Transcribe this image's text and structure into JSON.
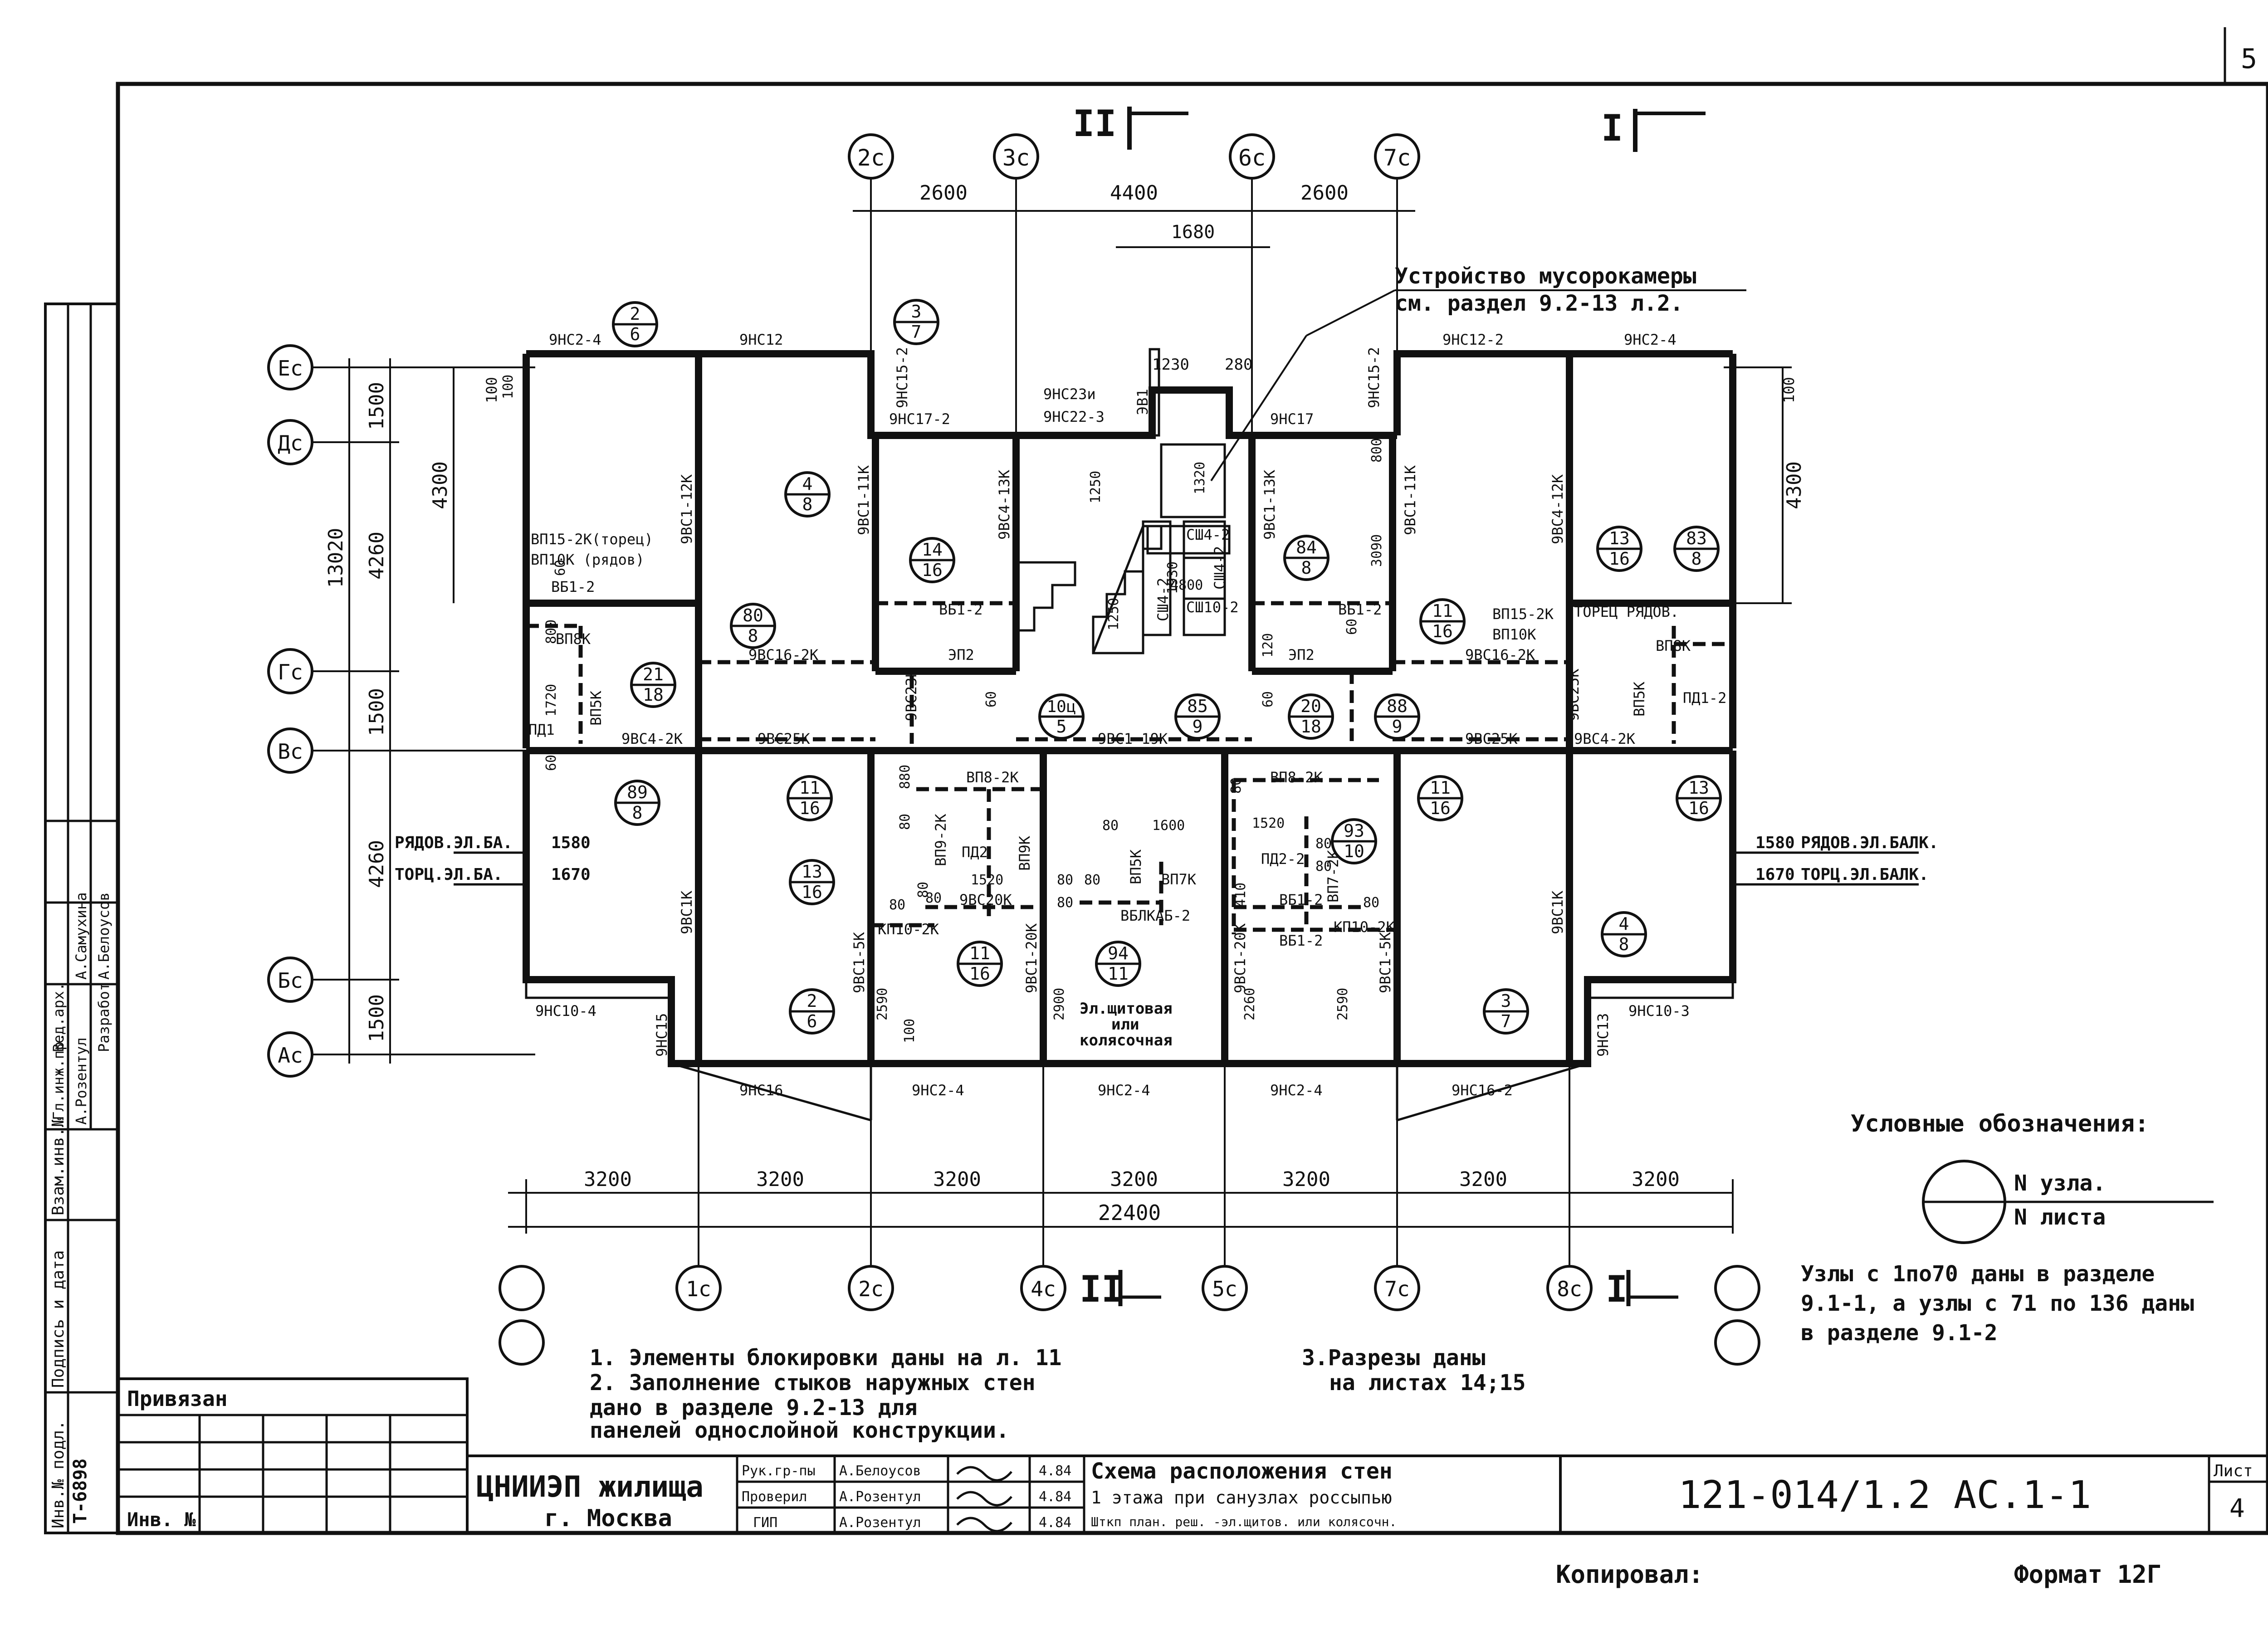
{
  "sheet_corner": "5",
  "section_marks": [
    "II",
    "I"
  ],
  "top_axes": [
    "2c",
    "3c",
    "6c",
    "7c"
  ],
  "top_dims": [
    "2600",
    "4400",
    "2600"
  ],
  "dim_1680": "1680",
  "dim_1230": "1230",
  "dim_280": "280",
  "refuse_note": [
    "Устройство мусорокамеры",
    "см. раздел 9.2-13 л.2."
  ],
  "row_axes": [
    "Ес",
    "Дс",
    "Гс",
    "Вс",
    "Бс",
    "Ас"
  ],
  "left_dims": {
    "outer": "13020",
    "d1": "1500",
    "d2": "4260",
    "d3": "1500",
    "d4": "4260",
    "d5": "1500",
    "d_4300": "4300",
    "d_100": "100"
  },
  "right_dims": {
    "d_4300": "4300",
    "d_100": "100"
  },
  "panel_labels": [
    "9НС2-4",
    "9НС12",
    "9НС12-2",
    "9НС2-4",
    "9НС17-2",
    "9НС23и",
    "9НС22-3",
    "9НС17",
    "9НС15-2",
    "9НС15-2",
    "9ВС1-12К",
    "9ВС1-11К",
    "9ВС4-13К",
    "9ВС1-13К",
    "9ВС1-11К",
    "9ВС4-12К",
    "ВП15-2К(торец)",
    "ВП10К (рядов)",
    "ВБ1-2",
    "ВП8К",
    "ВП5К",
    "ПД1",
    "9ВС4-2К",
    "9ВС25К",
    "9ВС16-2К",
    "ВБ1-2",
    "ЭП2",
    "9ВС23К",
    "9ВС1-19К",
    "ЭП2",
    "9ВС25К",
    "9ВС16-2К",
    "ВП15-2К",
    "ВП10К",
    "ВБ1-2",
    "ТОРЕЦ РЯДОВ.",
    "ВП8К",
    "ВП5К",
    "ПД1-2",
    "9ВС4-2К",
    "9ВС25К",
    "ВП8-2К",
    "ВП9-2К",
    "ПД2",
    "ВП9К",
    "9ВС20К",
    "КП10-2К",
    "9ВС1-5К",
    "9ВС1-20К",
    "ВП5К",
    "ВП7К",
    "ВБЛКАБ-2",
    "ВП8-2К",
    "ПД2-2",
    "ВП7-2К",
    "ВБ1-2",
    "ВБ1-2",
    "КП10-2К",
    "9ВС1-20К",
    "9ВС1-5К",
    "9ВС1К",
    "9ВС1К",
    "9НС10-4",
    "9НС15",
    "9НС16",
    "9НС2-4",
    "9НС2-4",
    "9НС2-4",
    "9НС16-2",
    "9НС13",
    "9НС10-3",
    "СШ4-2",
    "СШ10-2",
    "СШ4-2",
    "ЭВ1",
    "СШ4-2"
  ],
  "interior_dims": [
    "100",
    "1250",
    "1320",
    "800",
    "1720",
    "60",
    "60",
    "800",
    "1930",
    "4800",
    "1250",
    "60",
    "3090",
    "60",
    "120",
    "60",
    "880",
    "80",
    "80",
    "1520",
    "80",
    "80",
    "80",
    "1600",
    "80",
    "80",
    "1520",
    "80",
    "80",
    "80",
    "410",
    "2590",
    "2900",
    "100",
    "2260",
    "2590",
    "80",
    "80"
  ],
  "balcony_dims": {
    "left_row": "РЯДОВ.ЭЛ.БА.",
    "left_row_val": "1580",
    "left_end": "ТОРЦ.ЭЛ.БА.",
    "left_end_val": "1670",
    "right_row": "РЯДОВ.ЭЛ.БАЛК.",
    "right_row_val": "1580",
    "right_end": "ТОРЦ.ЭЛ.БАЛК.",
    "right_end_val": "1670"
  },
  "room_note": [
    "Эл.щитовая",
    "или",
    "колясочная"
  ],
  "nodes": [
    {
      "n": "2",
      "s": "6"
    },
    {
      "n": "3",
      "s": "7"
    },
    {
      "n": "4",
      "s": "8"
    },
    {
      "n": "80",
      "s": "8"
    },
    {
      "n": "14",
      "s": "16"
    },
    {
      "n": "84",
      "s": "8"
    },
    {
      "n": "13",
      "s": "16"
    },
    {
      "n": "83",
      "s": "8"
    },
    {
      "n": "11",
      "s": "16"
    },
    {
      "n": "21",
      "s": "18"
    },
    {
      "n": "10ц",
      "s": "5"
    },
    {
      "n": "85",
      "s": "9"
    },
    {
      "n": "20",
      "s": "18"
    },
    {
      "n": "88",
      "s": "9"
    },
    {
      "n": "89",
      "s": "8"
    },
    {
      "n": "11",
      "s": "16"
    },
    {
      "n": "11",
      "s": "16"
    },
    {
      "n": "13",
      "s": "16"
    },
    {
      "n": "13",
      "s": "16"
    },
    {
      "n": "93",
      "s": "10"
    },
    {
      "n": "11",
      "s": "16"
    },
    {
      "n": "94",
      "s": "11"
    },
    {
      "n": "4",
      "s": "8"
    },
    {
      "n": "2",
      "s": "6"
    },
    {
      "n": "3",
      "s": "7"
    }
  ],
  "bottom_dims": [
    "3200",
    "3200",
    "3200",
    "3200",
    "3200",
    "3200",
    "3200"
  ],
  "total_dim": "22400",
  "bottom_axes": [
    "1c",
    "2c",
    "4c",
    "5c",
    "7c",
    "8c"
  ],
  "legend": {
    "title": "Условные обозначения:",
    "top": "N узла.",
    "bottom": "N листа"
  },
  "nodes_note": [
    "Узлы с 1по70 даны в разделе",
    "9.1-1, а узлы с 71 по 136 даны",
    "в разделе 9.1-2"
  ],
  "notes": [
    "1. Элементы блокировки даны на л. 11",
    "2. Заполнение стыков наружных стен",
    "дано в разделе 9.2-13 для",
    "панелей однослойной конструкции.",
    "3.Разрезы даны",
    "на листах 14;15"
  ],
  "side_stamp": [
    "Инв.№ подл.",
    "Подпись и дата",
    "Взам.инв.№",
    "Разработ",
    "Вед.арх.",
    "Гл.инж.пр.",
    "А.Белоусов",
    "А.Самухина",
    "А.Розентул",
    "Т-6898"
  ],
  "stamp": {
    "attached": "Привязан",
    "inv": "Инв. №",
    "org": "ЦНИИЭП жилища",
    "city": "г. Москва",
    "roles": [
      "Рук.гр-пы",
      "Проверил",
      "ГИП"
    ],
    "names": [
      "А.Белоусов",
      "А.Розентул",
      "А.Розентул"
    ],
    "dates": [
      "4.84",
      "4.84",
      "4.84"
    ],
    "title": [
      "Схема расположения стен",
      "1 этажа при санузлах россыпью",
      "Шткп план. реш. -эл.щитов. или колясочн."
    ],
    "code": "121-014/1.2 АС.1-1",
    "sheet_label": "Лист",
    "sheet": "4"
  },
  "copied": "Копировал:",
  "format": "Формат 12Г"
}
